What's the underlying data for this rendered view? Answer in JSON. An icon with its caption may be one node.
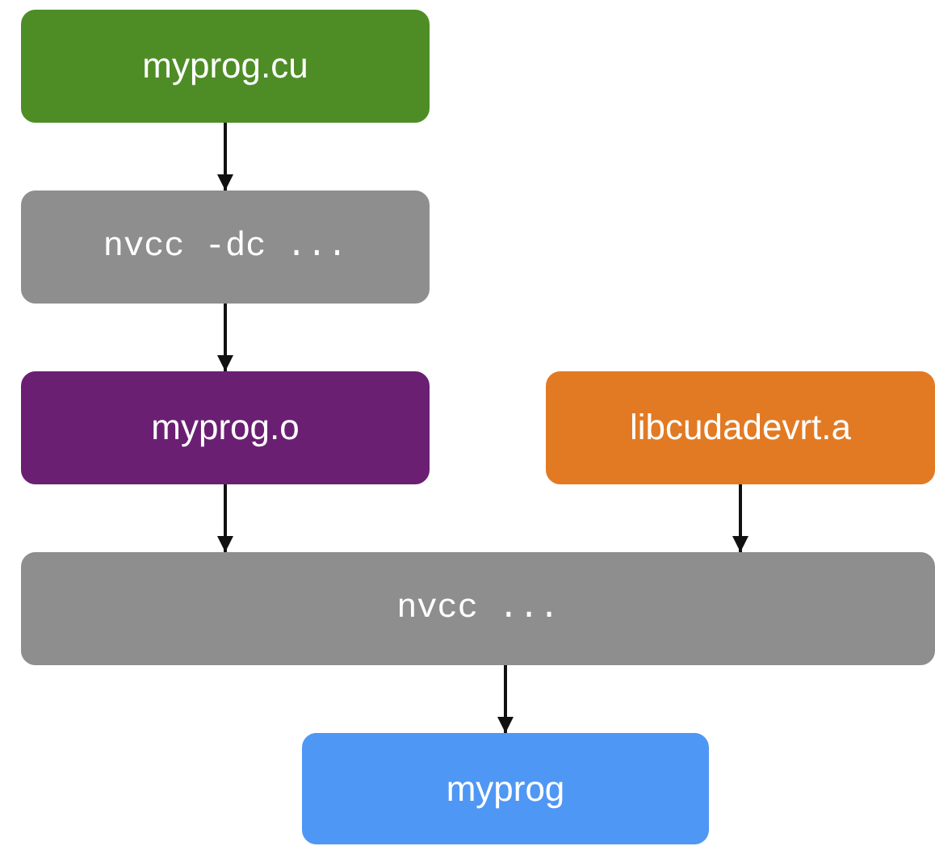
{
  "diagram": {
    "nodes": [
      {
        "text": [
          "myprog.cu"
        ]
      },
      {
        "text": [
          "nvcc -dc ..."
        ]
      },
      {
        "text": [
          "myprog.o"
        ]
      },
      {
        "text": [
          "libcudadevrt.a"
        ]
      },
      {
        "text": [
          "nvcc ..."
        ]
      },
      {
        "text": [
          "myprog"
        ]
      }
    ],
    "edges": [
      {
        "from": 0,
        "to": 1,
        "arrow": "to"
      },
      {
        "from": 1,
        "to": 2,
        "arrow": "to"
      },
      {
        "from": 2,
        "to": 4,
        "arrow": "to"
      },
      {
        "from": 3,
        "to": 4,
        "arrow": "to"
      },
      {
        "from": 4,
        "to": 5,
        "arrow": "to"
      }
    ]
  }
}
